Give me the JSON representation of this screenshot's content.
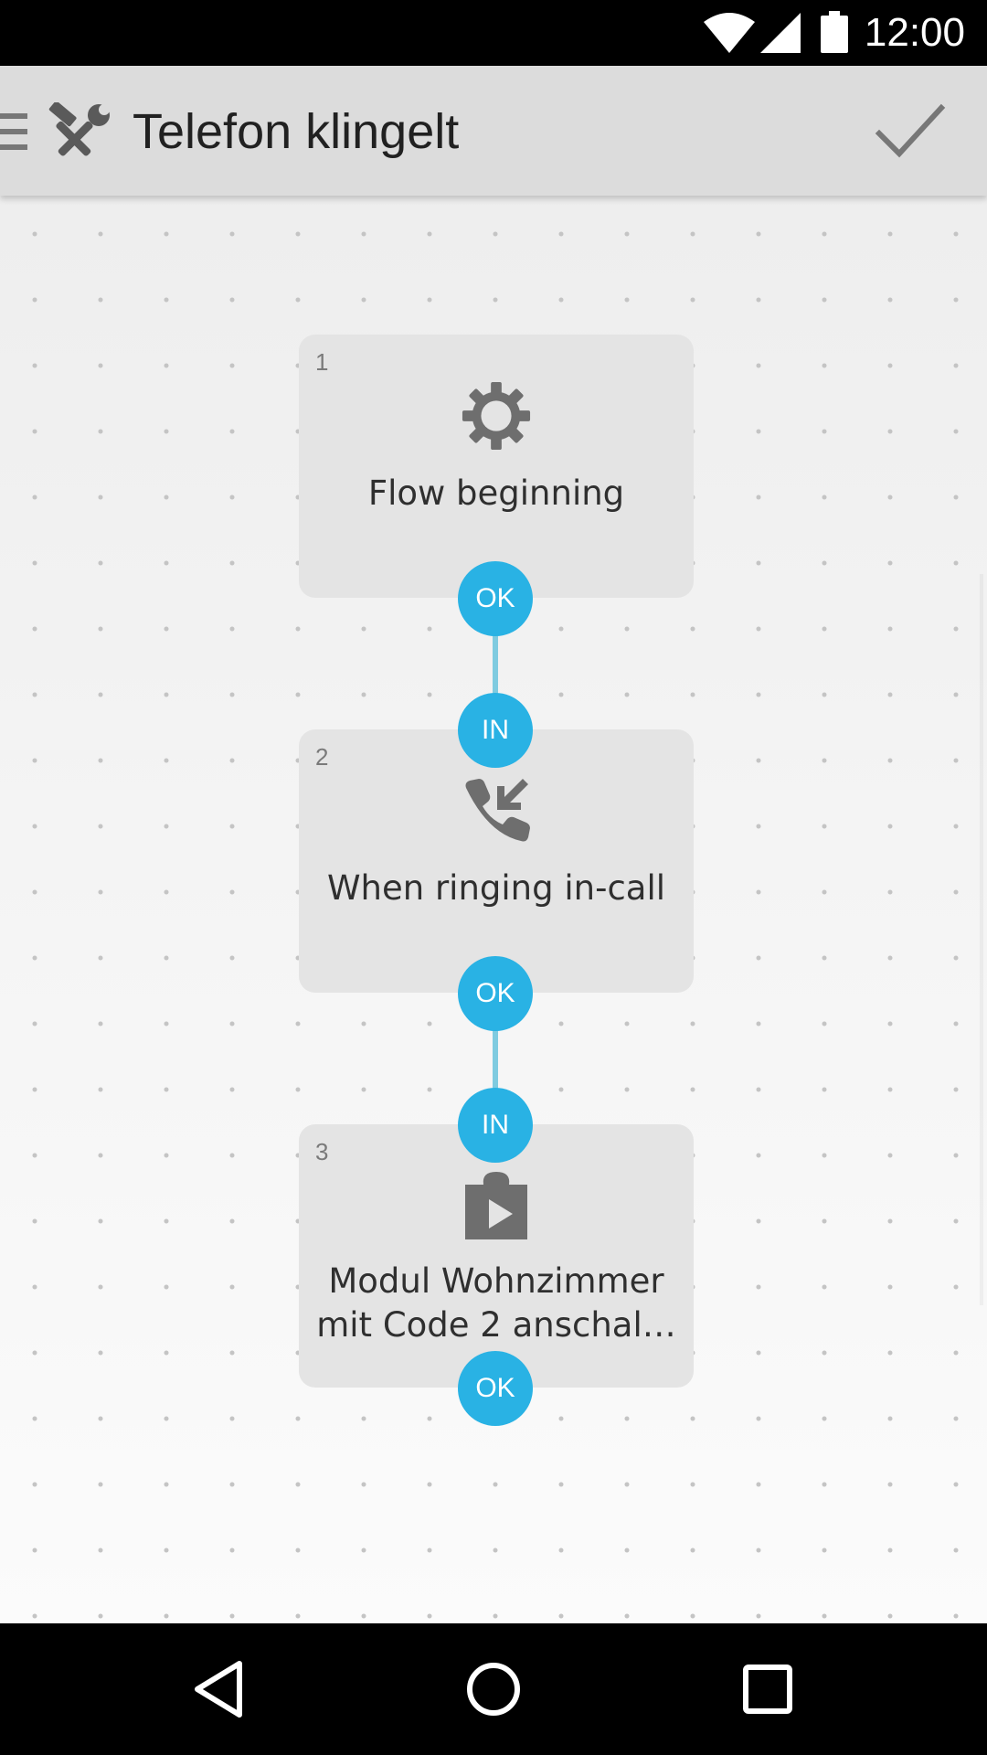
{
  "status_bar": {
    "time": "12:00",
    "icons": [
      "wifi-icon",
      "cell-signal-icon",
      "battery-icon"
    ]
  },
  "toolbar": {
    "title": "Telefon klingelt",
    "icons": [
      "menu-icon",
      "tools-icon",
      "checkmark-icon"
    ]
  },
  "flow": {
    "nodes": [
      {
        "index": "1",
        "icon": "gear-icon",
        "label": "Flow beginning",
        "ports": [
          "OK"
        ]
      },
      {
        "index": "2",
        "icon": "incoming-call-icon",
        "label": "When ringing in-call",
        "ports": [
          "IN",
          "OK"
        ]
      },
      {
        "index": "3",
        "icon": "module-play-icon",
        "label_line1": "Modul Wohnzimmer",
        "label_line2": "mit Code 2 anschal…",
        "ports": [
          "IN",
          "OK"
        ]
      }
    ]
  },
  "colors": {
    "port": "#29b2e4",
    "connector": "#7fcbe0",
    "card": "#e4e4e4",
    "toolbar": "#dcdcdc"
  },
  "nav_bar": {
    "icons": [
      "back-icon",
      "home-icon",
      "recents-icon"
    ]
  }
}
